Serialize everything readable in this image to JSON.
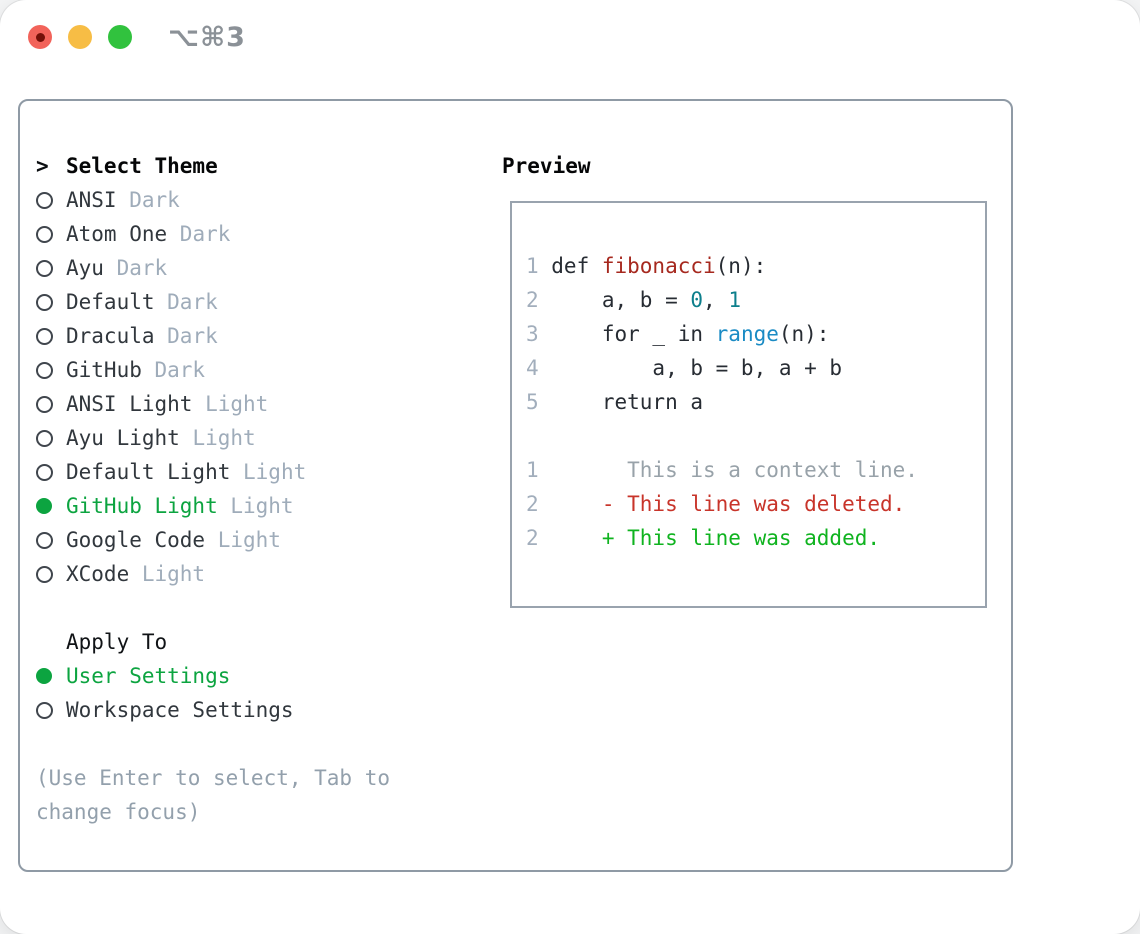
{
  "window": {
    "title": "⌥⌘3",
    "traffic_lights": [
      "close",
      "minimize",
      "zoom"
    ]
  },
  "theme_panel": {
    "prompt": ">",
    "header": "Select Theme",
    "themes": [
      {
        "name": "ANSI",
        "variant": "Dark",
        "selected": false
      },
      {
        "name": "Atom One",
        "variant": "Dark",
        "selected": false
      },
      {
        "name": "Ayu",
        "variant": "Dark",
        "selected": false
      },
      {
        "name": "Default",
        "variant": "Dark",
        "selected": false
      },
      {
        "name": "Dracula",
        "variant": "Dark",
        "selected": false
      },
      {
        "name": "GitHub",
        "variant": "Dark",
        "selected": false
      },
      {
        "name": "ANSI Light",
        "variant": "Light",
        "selected": false
      },
      {
        "name": "Ayu Light",
        "variant": "Light",
        "selected": false
      },
      {
        "name": "Default Light",
        "variant": "Light",
        "selected": false
      },
      {
        "name": "GitHub Light",
        "variant": "Light",
        "selected": true
      },
      {
        "name": "Google Code",
        "variant": "Light",
        "selected": false
      },
      {
        "name": "XCode",
        "variant": "Light",
        "selected": false
      }
    ],
    "apply_to": {
      "label": "Apply To",
      "options": [
        {
          "label": "User Settings",
          "selected": true
        },
        {
          "label": "Workspace Settings",
          "selected": false
        }
      ]
    },
    "hint": "(Use Enter to select, Tab to change focus)"
  },
  "preview": {
    "label": "Preview",
    "lines": [
      {
        "num": "1",
        "segments": [
          {
            "t": "def ",
            "c": "plain"
          },
          {
            "t": "fibonacci",
            "c": "func"
          },
          {
            "t": "(n):",
            "c": "plain"
          }
        ]
      },
      {
        "num": "2",
        "segments": [
          {
            "t": "    a, b = ",
            "c": "plain"
          },
          {
            "t": "0",
            "c": "num"
          },
          {
            "t": ", ",
            "c": "plain"
          },
          {
            "t": "1",
            "c": "num"
          }
        ]
      },
      {
        "num": "3",
        "segments": [
          {
            "t": "    for _ in ",
            "c": "plain"
          },
          {
            "t": "range",
            "c": "builtin"
          },
          {
            "t": "(n):",
            "c": "plain"
          }
        ]
      },
      {
        "num": "4",
        "segments": [
          {
            "t": "        a, b = b, a + b",
            "c": "plain"
          }
        ]
      },
      {
        "num": "5",
        "segments": [
          {
            "t": "    return a",
            "c": "plain"
          }
        ]
      },
      {
        "num": "",
        "segments": []
      },
      {
        "num": "1",
        "segments": [
          {
            "t": "      This is a context line.",
            "c": "context"
          }
        ]
      },
      {
        "num": "2",
        "segments": [
          {
            "t": "    - This line was deleted.",
            "c": "deleted"
          }
        ]
      },
      {
        "num": "2",
        "segments": [
          {
            "t": "    + This line was added.",
            "c": "added"
          }
        ]
      }
    ]
  },
  "colors": {
    "selected_green": "#0ca440",
    "added_green": "#0fb31f",
    "deleted_red": "#c8342a",
    "function_red": "#a6281e",
    "number_teal": "#0d7f8c",
    "builtin_blue": "#1a8bc4",
    "muted_gray": "#9facba",
    "border_gray": "#8f9aa5",
    "traffic_red": "#f2635a",
    "traffic_yellow": "#f7bd45",
    "traffic_green": "#31c23e"
  }
}
